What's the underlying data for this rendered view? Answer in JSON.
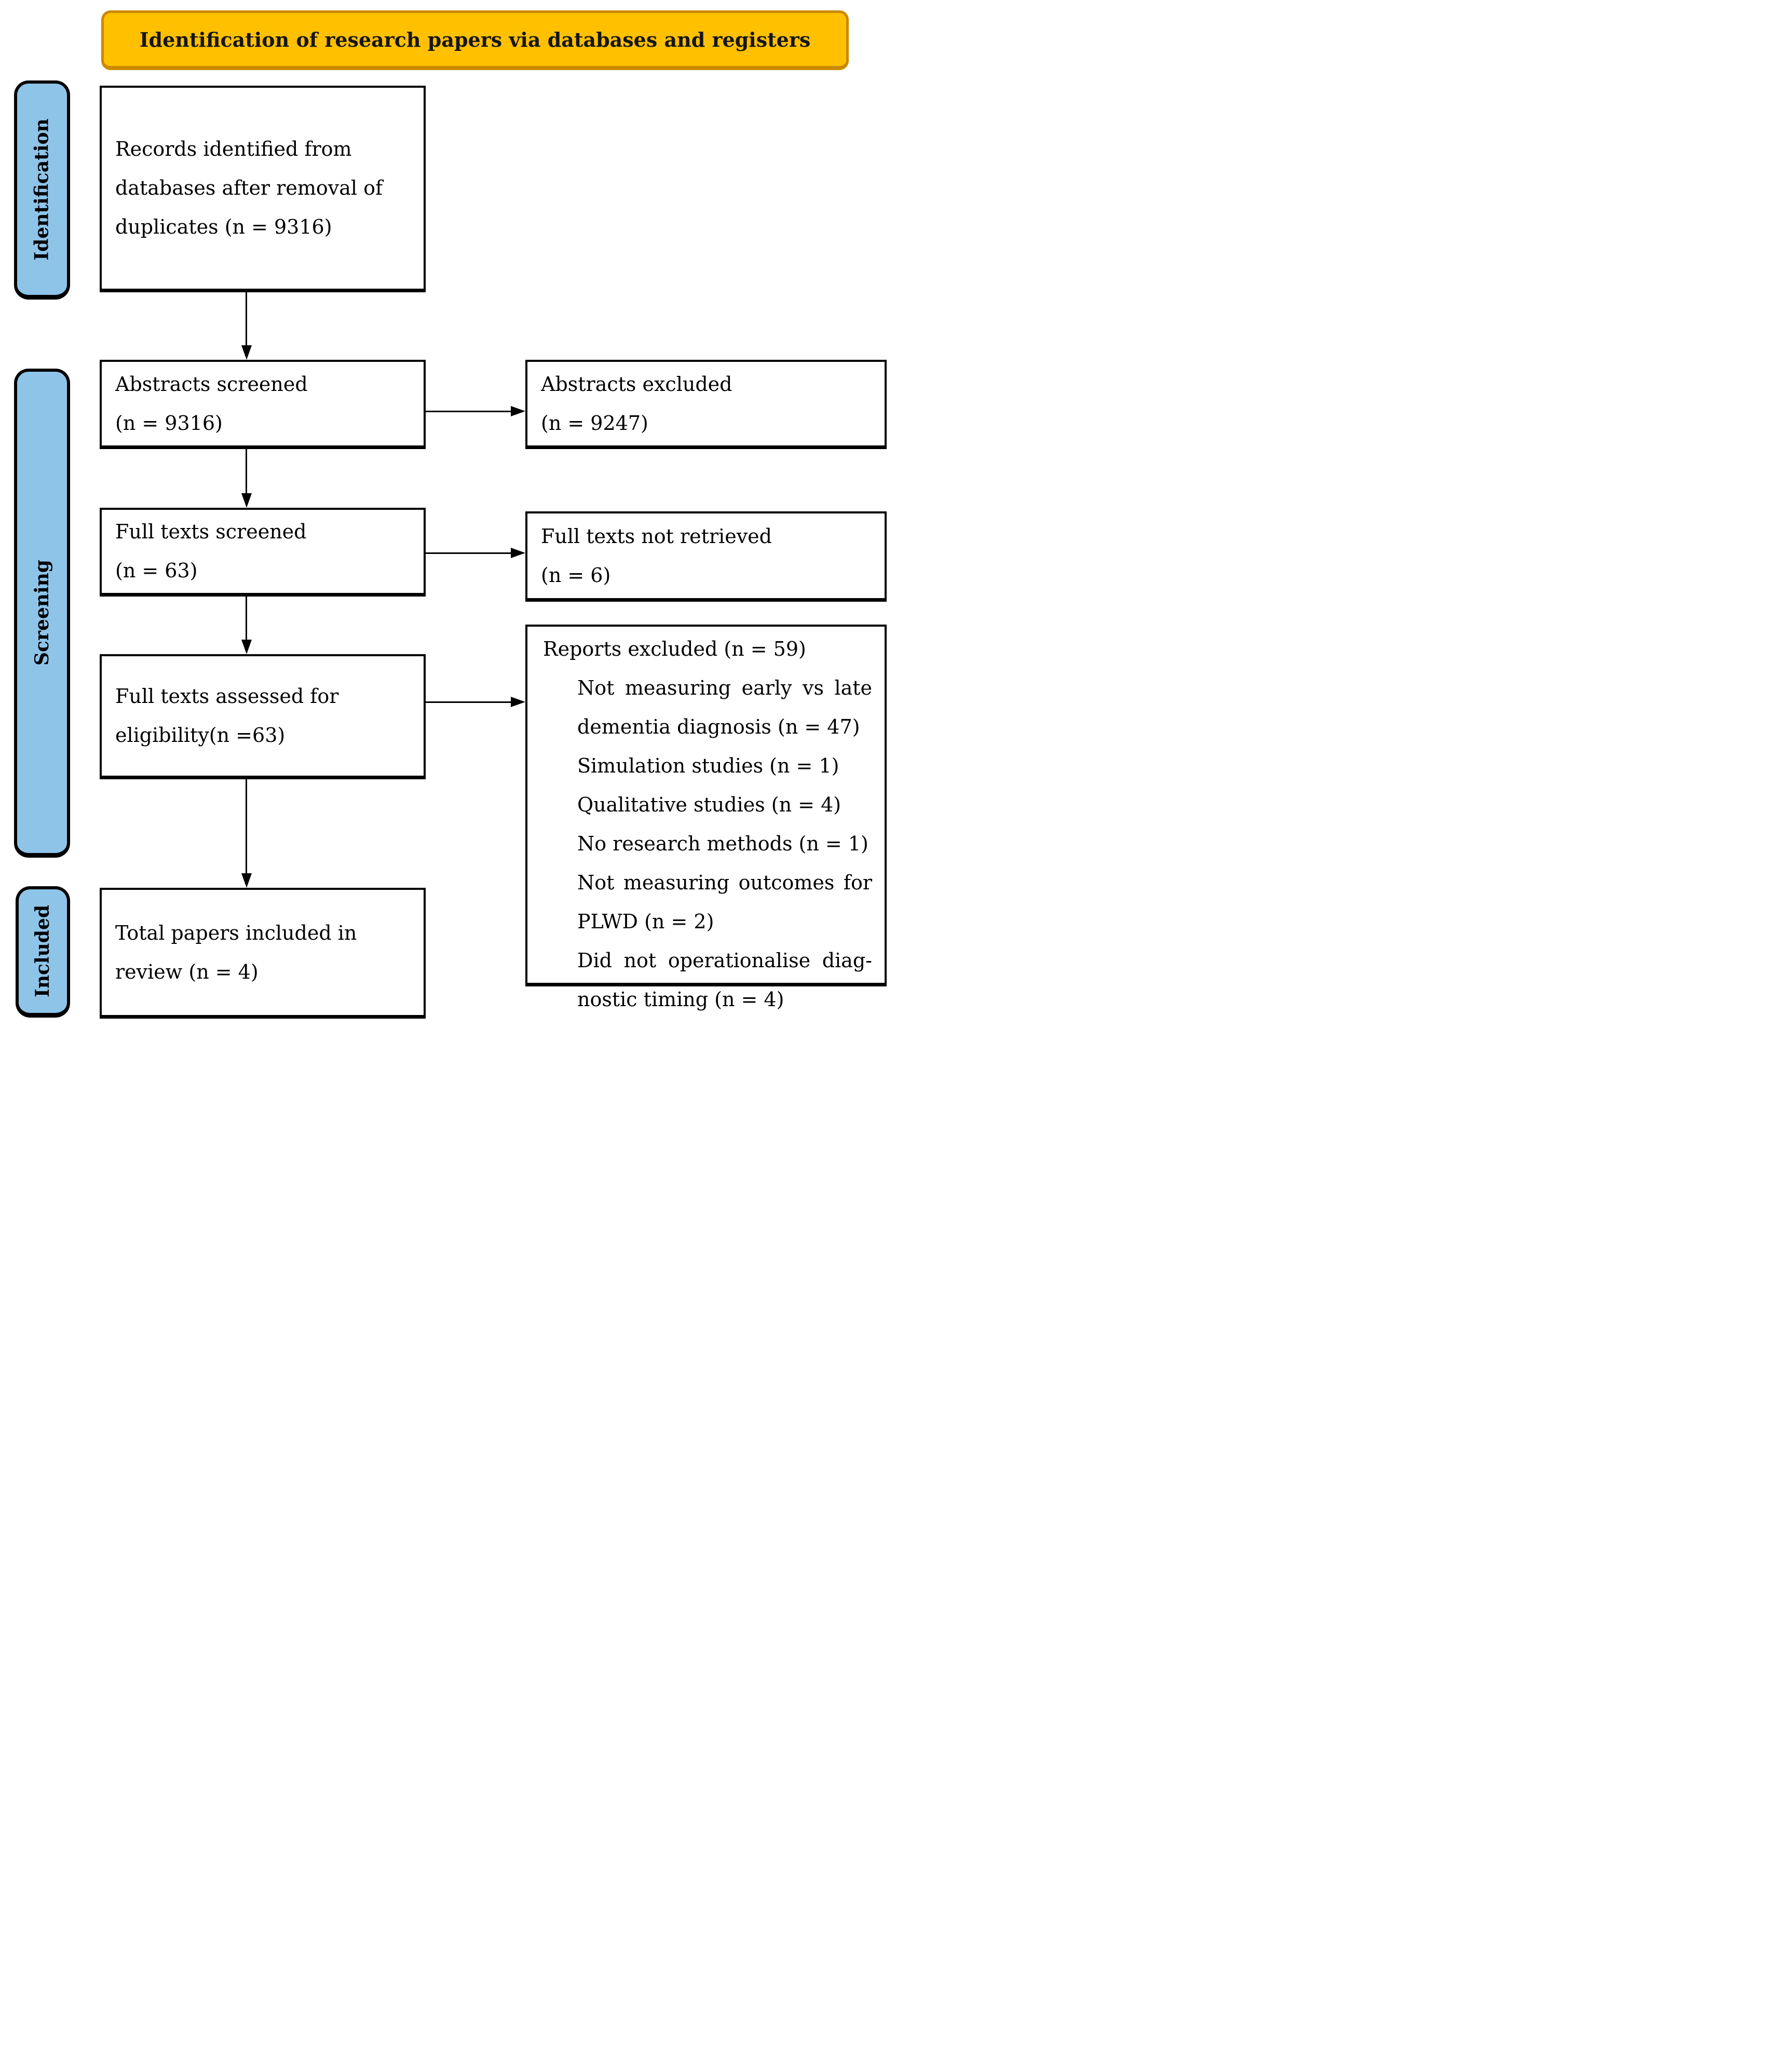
{
  "banner": {
    "title": "Identification of research papers via databases and registers"
  },
  "stages": {
    "identification": "Identification",
    "screening": "Screening",
    "included": "Included"
  },
  "boxes": {
    "records": {
      "lines": [
        "Records identified from",
        "databases after removal of",
        "duplicates (n = 9316)"
      ]
    },
    "abstracts_screened": {
      "lines": [
        "Abstracts screened",
        "(n = 9316)"
      ]
    },
    "abstracts_excluded": {
      "lines": [
        "Abstracts excluded",
        "(n = 9247)"
      ]
    },
    "full_texts_screened": {
      "lines": [
        "Full texts screened",
        "(n = 63)"
      ]
    },
    "full_texts_not_retrieved": {
      "lines": [
        "Full texts not retrieved",
        "(n = 6)"
      ]
    },
    "full_texts_assessed": {
      "lines": [
        "Full texts assessed for",
        "eligibility(n =63)"
      ]
    },
    "reports_excluded": {
      "heading": "Reports excluded (n = 59)",
      "lines": [
        "Not measuring early vs late",
        "dementia diagnosis (n = 47)",
        "Simulation studies (n = 1)",
        "Qualitative studies (n = 4)",
        "No research methods (n = 1)",
        "Not measuring outcomes for",
        "PLWD (n = 2)",
        "Did not operationalise diag-",
        "nostic timing (n = 4)"
      ]
    },
    "total_included": {
      "lines": [
        "Total papers included in",
        "review (n = 4)"
      ]
    }
  },
  "colors": {
    "banner_fill": "#FFC000",
    "banner_border": "#C98A00",
    "stage_fill": "#8FC4E9",
    "box_border": "#000000",
    "text": "#000000"
  }
}
